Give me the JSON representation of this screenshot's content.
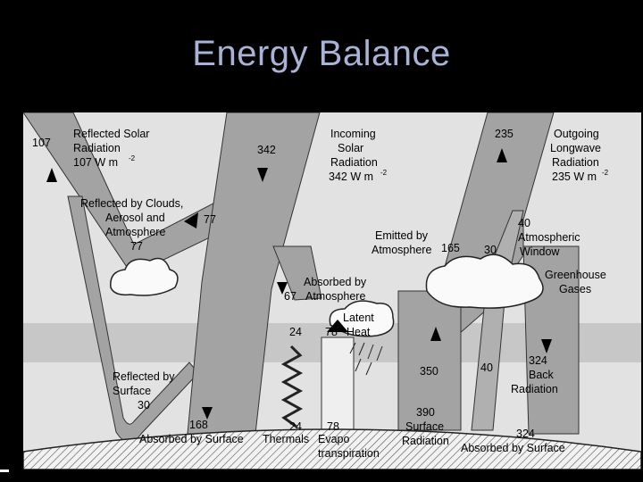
{
  "slide": {
    "title": "Energy Balance"
  },
  "diagram": {
    "reflected_solar": {
      "value": "107",
      "line1": "Reflected Solar",
      "line2": "Radiation",
      "line3": "107 W m",
      "unit_exp": "-2"
    },
    "incoming_solar": {
      "value": "342",
      "line1": "Incoming",
      "line2": "Solar",
      "line3": "Radiation",
      "line4": "342 W m",
      "unit_exp": "-2"
    },
    "outgoing_longwave": {
      "value": "235",
      "line1": "Outgoing",
      "line2": "Longwave",
      "line3": "Radiation",
      "line4": "235 W m",
      "unit_exp": "-2"
    },
    "reflected_clouds": {
      "line1": "Reflected by Clouds,",
      "line2": "Aerosol and",
      "line3": "Atmosphere",
      "line4": "77",
      "value": "77"
    },
    "emitted_atmosphere": {
      "line1": "Emitted by",
      "line2": "Atmosphere",
      "value": "165"
    },
    "window": {
      "value_top": "40",
      "line1": "Atmospheric",
      "line2": "Window",
      "value_side": "30",
      "value_low": "40"
    },
    "greenhouse": {
      "line1": "Greenhouse",
      "line2": "Gases"
    },
    "absorbed_atmosphere": {
      "value": "67",
      "line1": "Absorbed by",
      "line2": "Atmosphere"
    },
    "latent_heat": {
      "line1": "Latent",
      "line2": "Heat",
      "value": "78"
    },
    "thermals": {
      "value_top": "24",
      "value_bottom": "24",
      "label": "Thermals"
    },
    "evapo": {
      "value": "78",
      "line1": "Evapo",
      "line2": "transpiration"
    },
    "surface_reflected": {
      "line1": "Reflected by",
      "line2": "Surface",
      "value": "30"
    },
    "absorbed_surface_solar": {
      "value": "168",
      "label": "Absorbed by Surface"
    },
    "surface_radiation": {
      "value_top": "350",
      "value": "390",
      "line1": "Surface",
      "line2": "Radiation"
    },
    "back_radiation": {
      "value": "324",
      "line1": "Back",
      "line2": "Radiation"
    },
    "absorbed_surface_back": {
      "value": "324",
      "label": "Absorbed by Surface"
    }
  }
}
